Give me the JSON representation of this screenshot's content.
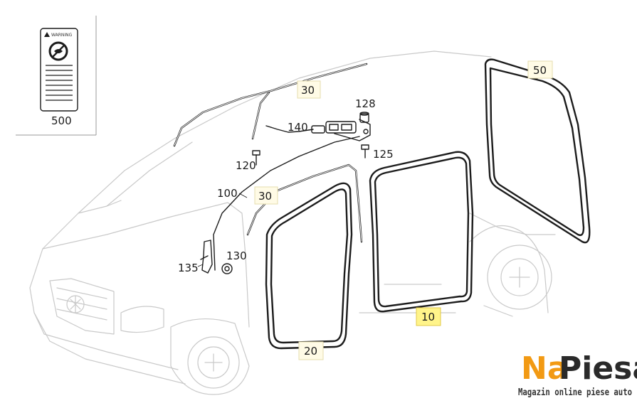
{
  "callouts": {
    "c500": "500",
    "c30a": "30",
    "c30b": "30",
    "c50": "50",
    "c128": "128",
    "c140": "140",
    "c125": "125",
    "c120": "120",
    "c100": "100",
    "c130": "130",
    "c135": "135",
    "c10": "10",
    "c20": "20"
  },
  "warning_label": {
    "header": "WARNING"
  },
  "branding": {
    "name_part1": "Na",
    "name_part2": "Piesa",
    "tagline": "Magazin online piese auto"
  },
  "colors": {
    "highlight": "#fff48a",
    "callout_bg": "#fffbe6",
    "brand_orange": "#f29a14",
    "brand_dark": "#2a2a2a"
  }
}
